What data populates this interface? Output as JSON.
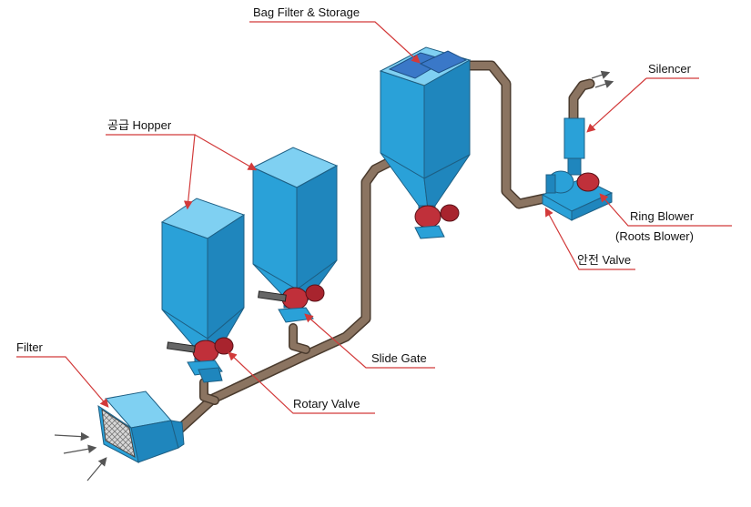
{
  "labels": {
    "bag_filter": "Bag Filter & Storage",
    "supply_hopper": "공급 Hopper",
    "silencer": "Silencer",
    "ring_blower": "Ring Blower",
    "roots_blower": "(Roots Blower)",
    "safety_valve": "안전 Valve",
    "slide_gate": "Slide Gate",
    "rotary_valve": "Rotary Valve",
    "filter": "Filter"
  },
  "colors": {
    "vessel_front": "#2aa1d8",
    "vessel_side": "#1f86bd",
    "vessel_top": "#7fd0f2",
    "pipe": "#8b7461",
    "pipe_edge": "#4a3b2e",
    "valve_red": "#c0303a",
    "leader_red": "#d23a3a"
  }
}
